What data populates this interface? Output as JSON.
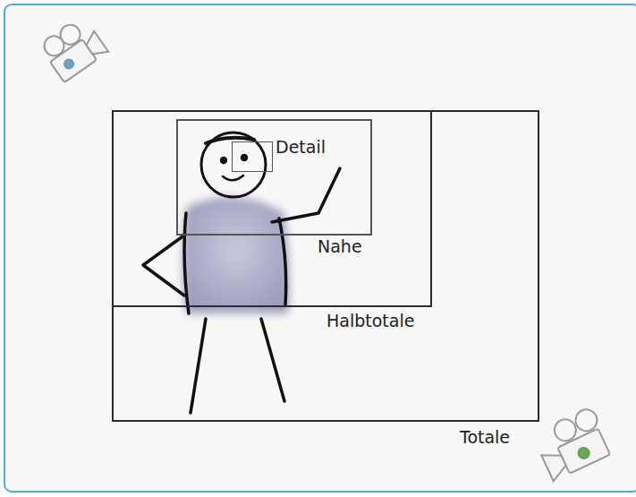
{
  "diagram": {
    "nodes": [
      {
        "text": [
          "Totale"
        ]
      },
      {
        "text": [
          "Halbtotale"
        ],
        "in": 0
      },
      {
        "text": [
          "Nahe"
        ],
        "in": 1
      },
      {
        "text": [
          "Detail"
        ],
        "in": 2
      }
    ]
  }
}
